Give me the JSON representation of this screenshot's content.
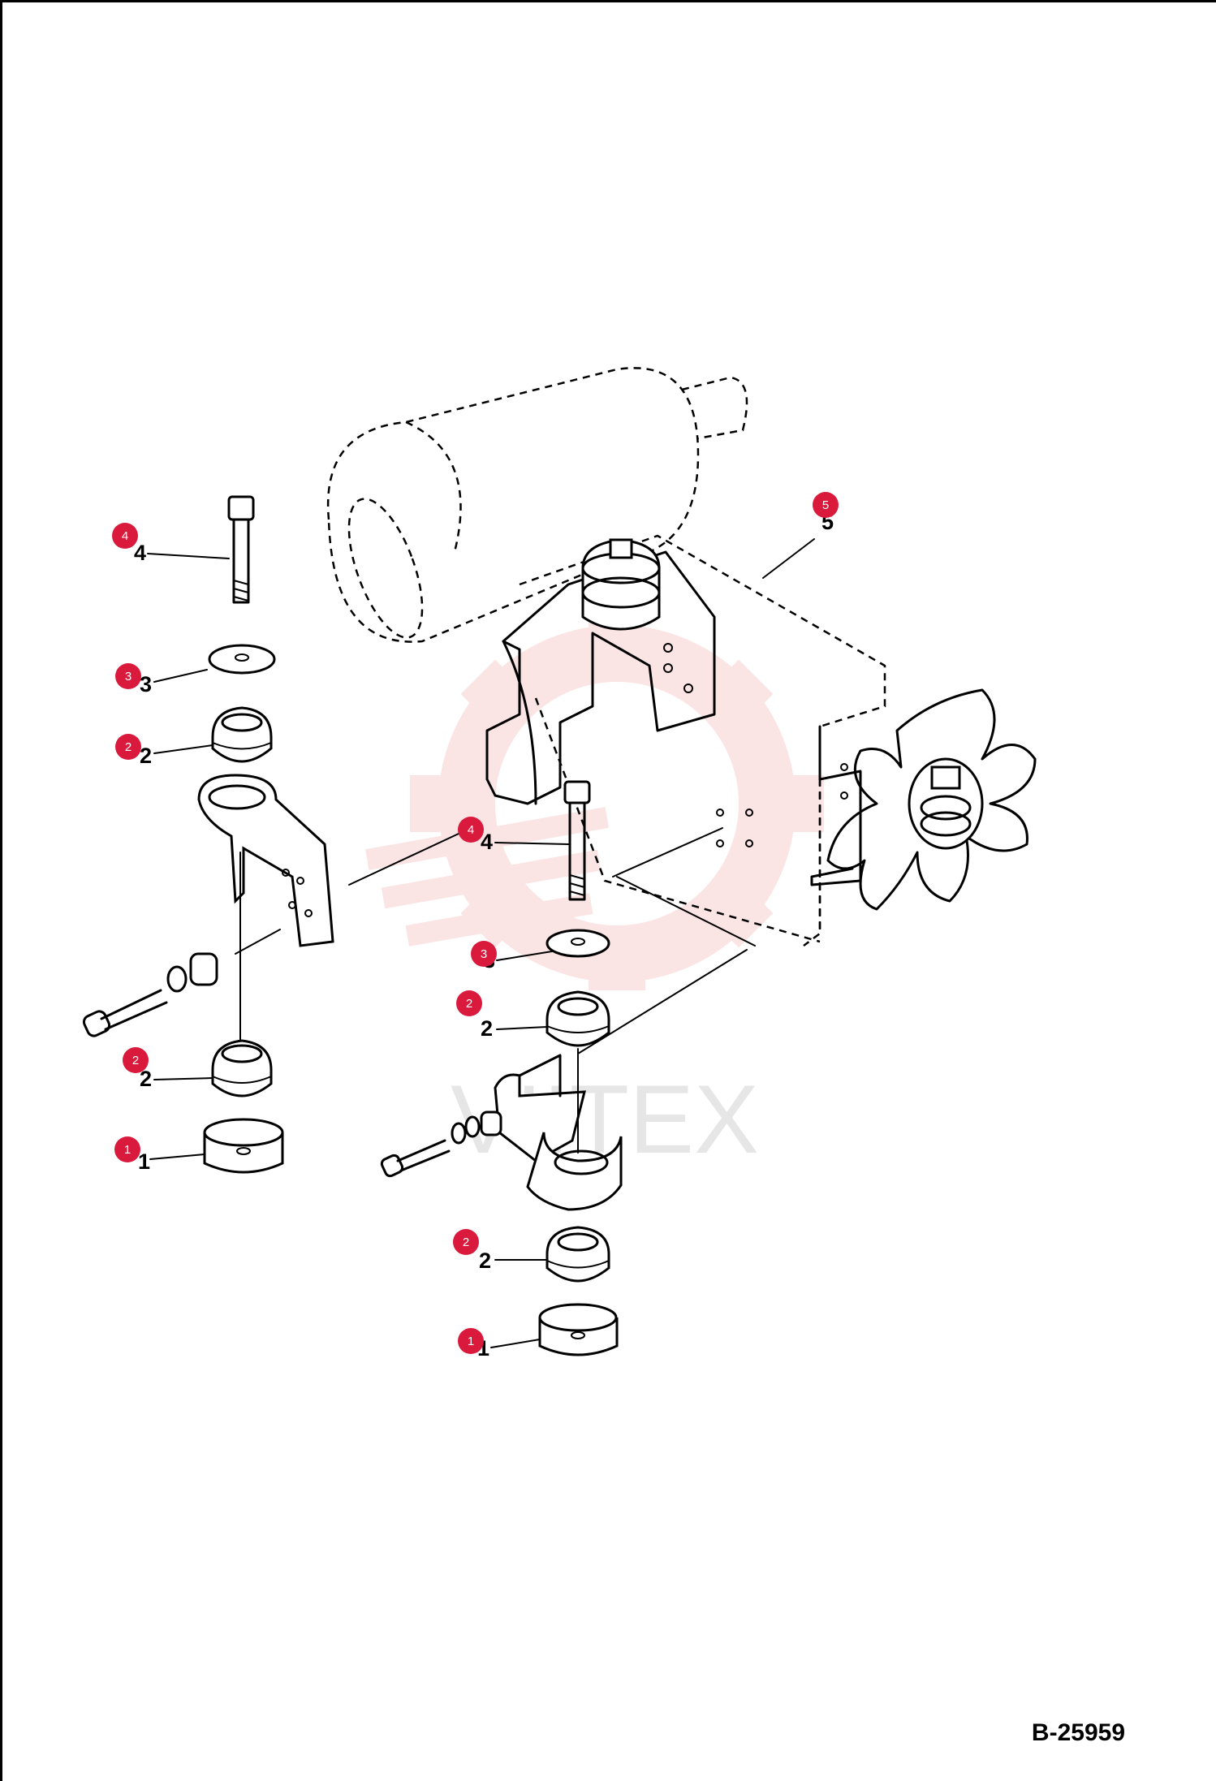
{
  "drawing_code": "B-25959",
  "watermark_text": "VIITEX",
  "colors": {
    "badge": "#d91a3c",
    "watermark_gear": "#f4b5b5",
    "lines": "#000000"
  },
  "callouts": [
    {
      "number": "1",
      "label": "1"
    },
    {
      "number": "2",
      "label": "2"
    },
    {
      "number": "3",
      "label": "3"
    },
    {
      "number": "4",
      "label": "4"
    },
    {
      "number": "5",
      "label": "5"
    }
  ]
}
